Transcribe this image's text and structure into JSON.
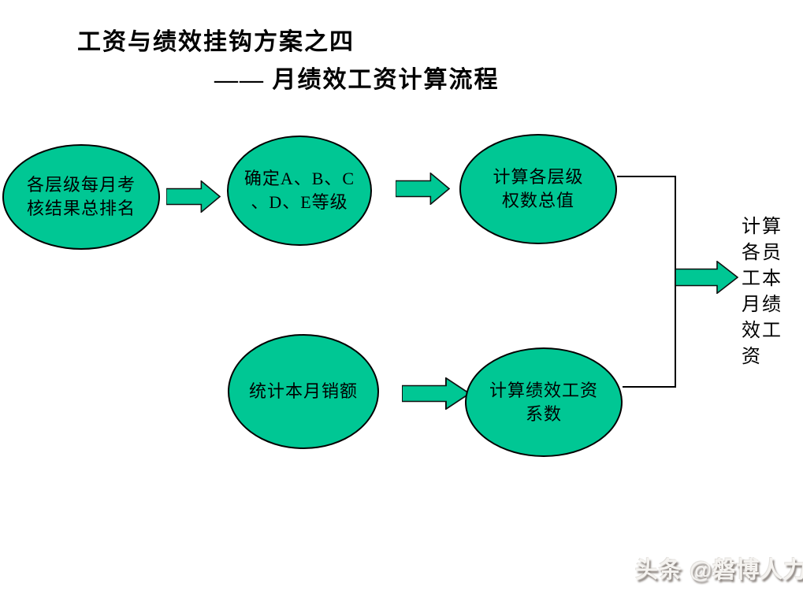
{
  "slide": {
    "title_line1": "工资与绩效挂钩方案之四",
    "title_line2": "—— 月绩效工资计算流程"
  },
  "flow": {
    "nodes": [
      {
        "id": "monthly-assessment-ranking",
        "label": "各层级每月考\n核结果总排名"
      },
      {
        "id": "determine-grades",
        "label": "确定A、B、C\n、D、E等级"
      },
      {
        "id": "calc-level-weight-total",
        "label": "计算各层级\n权数总值"
      },
      {
        "id": "monthly-sales-total",
        "label": "统计本月销额"
      },
      {
        "id": "calc-performance-coefficient",
        "label": "计算绩效工资\n系数"
      }
    ],
    "result_label": "计算各员工本月绩效工资"
  },
  "watermark": "头条 @磐博人力",
  "colors": {
    "shape_fill": "#00c794",
    "shape_border": "#000000",
    "connector": "#000000"
  }
}
